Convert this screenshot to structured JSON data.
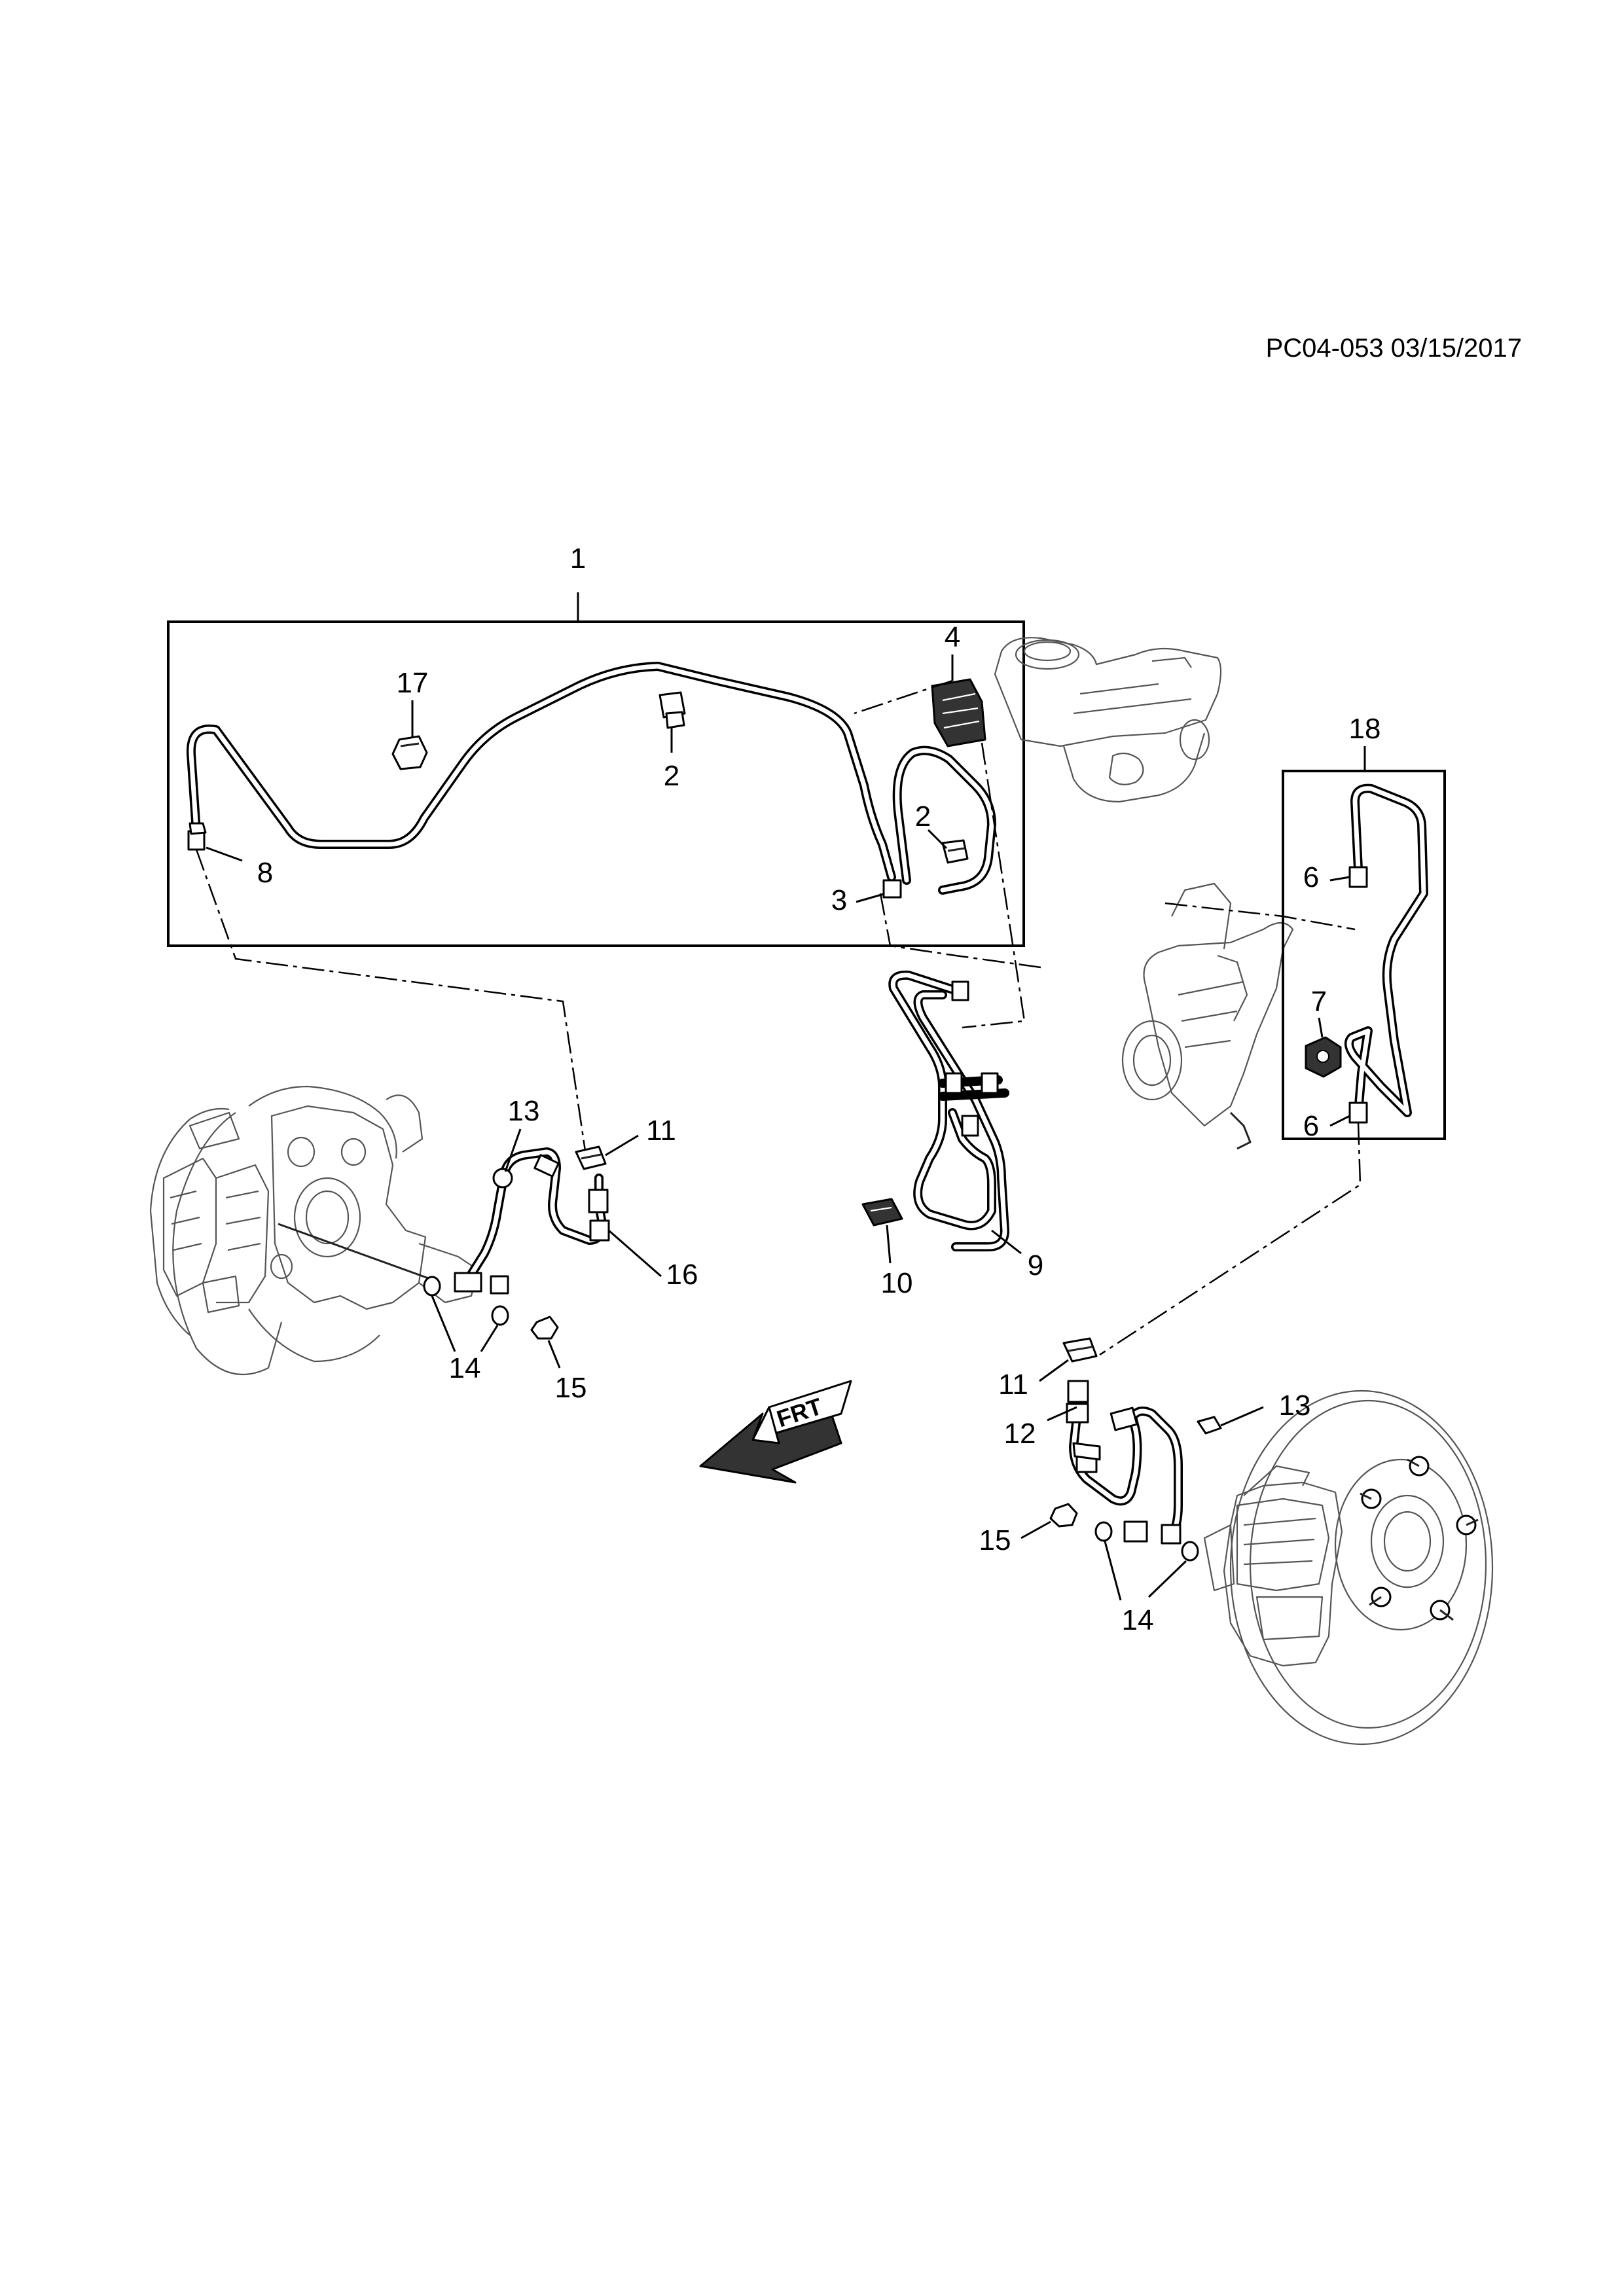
{
  "document_id": "PC04-053 03/15/2017",
  "callouts": {
    "c1": "1",
    "c2a": "2",
    "c2b": "2",
    "c3": "3",
    "c4": "4",
    "c6a": "6",
    "c6b": "6",
    "c7": "7",
    "c8": "8",
    "c9": "9",
    "c10": "10",
    "c11a": "11",
    "c11b": "11",
    "c12": "12",
    "c13a": "13",
    "c13b": "13",
    "c14a": "14",
    "c14b": "14",
    "c15a": "15",
    "c15b": "15",
    "c16": "16",
    "c17": "17",
    "c18": "18"
  },
  "direction_arrow": {
    "label": "FRT",
    "icon": "front-direction-arrow-icon"
  }
}
